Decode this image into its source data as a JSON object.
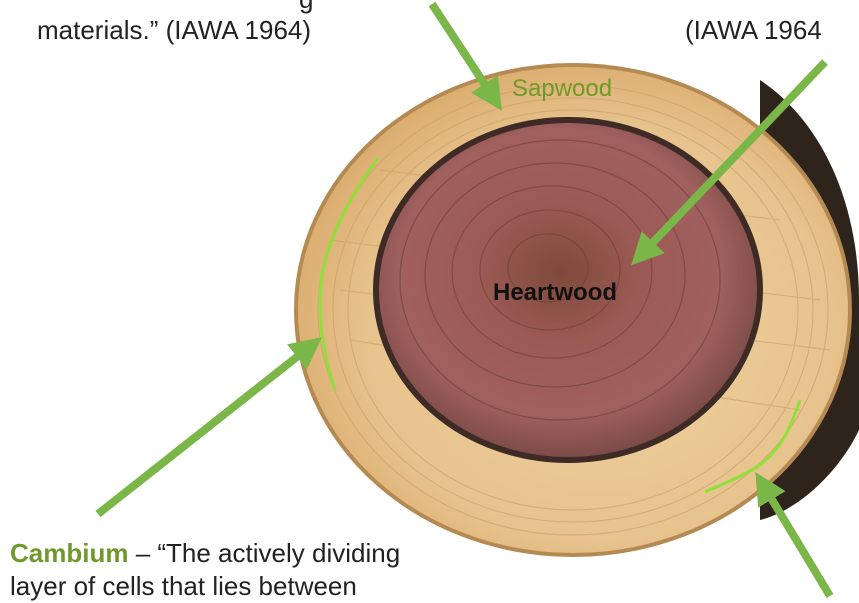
{
  "annotations": {
    "top_left_line1": "g",
    "top_left_line2": "materials.” (IAWA 1964)",
    "top_right_line1": "(IAWA 1964"
  },
  "labels": {
    "sapwood": "Sapwood",
    "heartwood": "Heartwood"
  },
  "cambium": {
    "term": "Cambium",
    "definition_line1": " – “The actively dividing",
    "definition_line2": "layer of cells that lies between"
  },
  "colors": {
    "arrow": "#7ab648",
    "cambium_line": "#8fe03a",
    "label_green": "#6f9a2b",
    "sapwood": "#e6c28d",
    "heartwood": "#8a4a48",
    "heartwood_ring": "#4a3530",
    "bark": "#3a2d22"
  }
}
